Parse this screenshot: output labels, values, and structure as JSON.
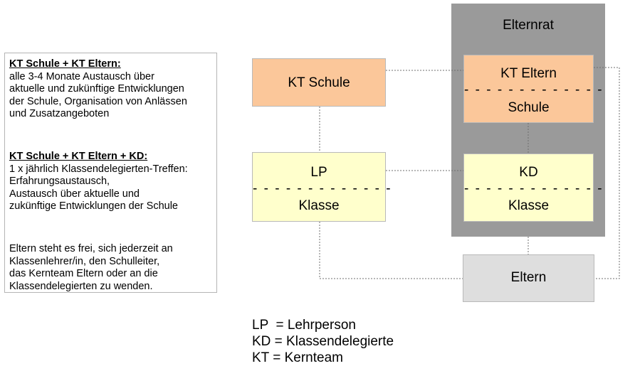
{
  "info_panel": {
    "block1": {
      "heading": "KT Schule + KT Eltern:",
      "lines": [
        "alle 3-4 Monate Austausch über",
        "aktuelle und zukünftige Entwicklungen",
        "der Schule, Organisation von Anlässen",
        "und Zusatzangeboten"
      ]
    },
    "block2": {
      "heading": "KT Schule + KT Eltern + KD:",
      "lines": [
        "1 x jährlich Klassendelegierten-Treffen:",
        "Erfahrungsaustausch,",
        "Austausch über aktuelle und",
        "zukünftige Entwicklungen der Schule"
      ]
    },
    "block3": {
      "lines": [
        "Eltern steht es frei, sich jederzeit an",
        "Klassenlehrer/in, den Schulleiter,",
        "das Kernteam Eltern oder an die",
        "Klassendelegierten zu wenden."
      ]
    }
  },
  "diagram": {
    "elternrat_label": "Elternrat",
    "separator": "- - - - - - - - - - - - -",
    "kt_schule": "KT Schule",
    "kt_eltern": {
      "top": "KT Eltern",
      "bottom": "Schule"
    },
    "lp": {
      "top": "LP",
      "bottom": "Klasse"
    },
    "kd": {
      "top": "KD",
      "bottom": "Klasse"
    },
    "eltern": "Eltern",
    "colors": {
      "kt_boxes": "#fbc79a",
      "class_boxes": "#ffffcc",
      "eltern_box": "#dedede",
      "elternrat_bg": "#9a9a9a"
    }
  },
  "legend": [
    "LP  = Lehrperson",
    "KD = Klassendelegierte",
    "KT = Kernteam"
  ]
}
